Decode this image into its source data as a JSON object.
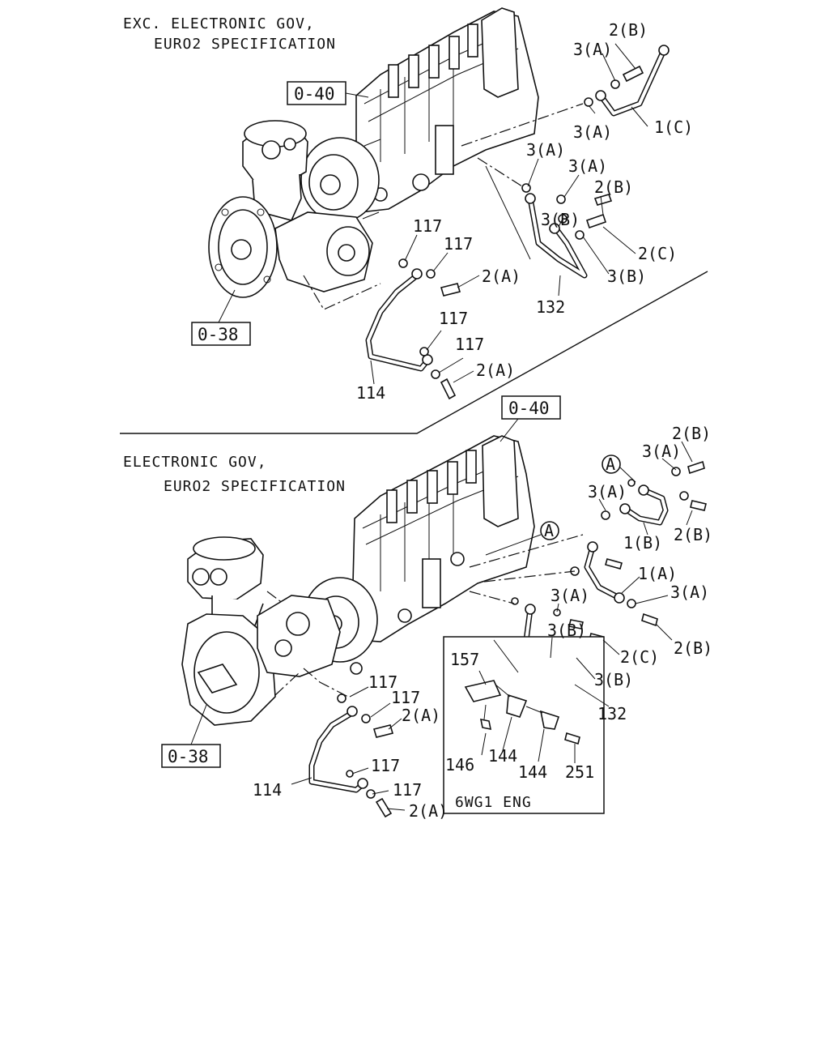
{
  "upper_section": {
    "header_line1": "EXC. ELECTRONIC GOV,",
    "header_line2": "EURO2 SPECIFICATION",
    "ref_pump": "0-40",
    "ref_compressor": "0-38",
    "labels": {
      "l_2b": "2(B)",
      "l_3a_top": "3(A)",
      "l_3a_mid": "3(A)",
      "l_1c": "1(C)",
      "l_3a_left": "3(A)",
      "l_3a_right": "3(A)",
      "l_2b_mid": "2(B)",
      "l_3b_top": "3(B)",
      "l_2c": "2(C)",
      "l_3b_bot": "3(B)",
      "l_132": "132",
      "l_117_a": "117",
      "l_117_b": "117",
      "l_2a_top": "2(A)",
      "l_117_c": "117",
      "l_117_d": "117",
      "l_2a_bot": "2(A)",
      "l_114": "114"
    }
  },
  "lower_section": {
    "header_line1": "ELECTRONIC GOV,",
    "header_line2": "EURO2 SPECIFICATION",
    "ref_pump": "0-40",
    "ref_compressor": "0-38",
    "circle_ref": "A",
    "labels": {
      "l_2b_top": "2(B)",
      "l_3a_top": "3(A)",
      "l_3a_left": "3(A)",
      "l_2b_right": "2(B)",
      "l_1b": "1(B)",
      "l_1a": "1(A)",
      "l_3a_right": "3(A)",
      "l_3a_mid": "3(A)",
      "l_2b_low": "2(B)",
      "l_3b_top": "3(B)",
      "l_2c": "2(C)",
      "l_3b_bot": "3(B)",
      "l_132": "132",
      "l_117_a": "117",
      "l_117_b": "117",
      "l_2a_top": "2(A)",
      "l_117_c": "117",
      "l_117_d": "117",
      "l_2a_bot": "2(A)",
      "l_114": "114"
    },
    "inset": {
      "caption": "6WG1 ENG",
      "l_157": "157",
      "l_146": "146",
      "l_144_a": "144",
      "l_144_b": "144",
      "l_251": "251"
    }
  }
}
